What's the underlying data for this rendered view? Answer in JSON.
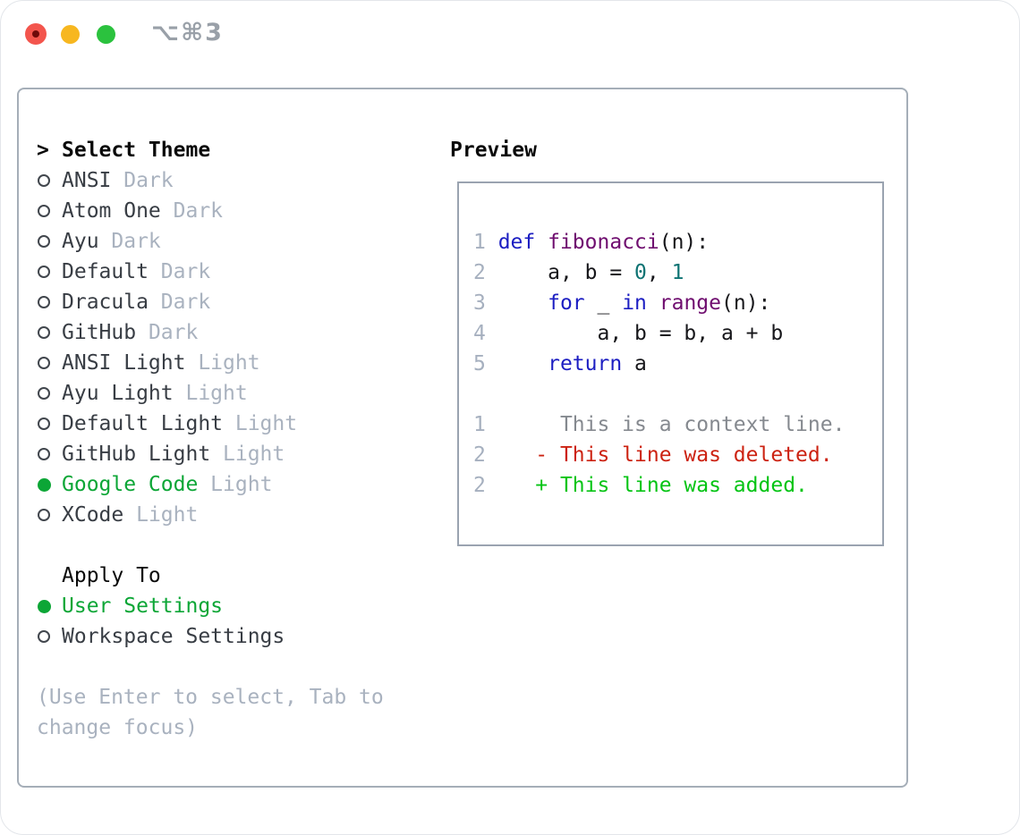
{
  "window": {
    "title": "⌥⌘3",
    "traffic_lights": {
      "close": "red",
      "minimize": "yellow",
      "zoom": "green"
    }
  },
  "theme_panel": {
    "header": {
      "marker": ">",
      "label": "Select Theme"
    },
    "themes": [
      {
        "name": "ANSI",
        "variant": "Dark",
        "selected": false
      },
      {
        "name": "Atom One",
        "variant": "Dark",
        "selected": false
      },
      {
        "name": "Ayu",
        "variant": "Dark",
        "selected": false
      },
      {
        "name": "Default",
        "variant": "Dark",
        "selected": false
      },
      {
        "name": "Dracula",
        "variant": "Dark",
        "selected": false
      },
      {
        "name": "GitHub",
        "variant": "Dark",
        "selected": false
      },
      {
        "name": "ANSI Light",
        "variant": "Light",
        "selected": false
      },
      {
        "name": "Ayu Light",
        "variant": "Light",
        "selected": false
      },
      {
        "name": "Default Light",
        "variant": "Light",
        "selected": false
      },
      {
        "name": "GitHub Light",
        "variant": "Light",
        "selected": false
      },
      {
        "name": "Google Code",
        "variant": "Light",
        "selected": true
      },
      {
        "name": "XCode",
        "variant": "Light",
        "selected": false
      }
    ],
    "apply_to": {
      "label": "Apply To",
      "options": [
        {
          "label": "User Settings",
          "selected": true
        },
        {
          "label": "Workspace Settings",
          "selected": false
        }
      ]
    },
    "help": "(Use Enter to select, Tab to change focus)"
  },
  "preview": {
    "label": "Preview",
    "code_lines": [
      {
        "num": "1",
        "tokens": [
          {
            "c": "kw",
            "t": "def"
          },
          {
            "c": "pl",
            "t": " "
          },
          {
            "c": "fn",
            "t": "fibonacci"
          },
          {
            "c": "pl",
            "t": "(n):"
          }
        ]
      },
      {
        "num": "2",
        "tokens": [
          {
            "c": "pl",
            "t": "    a, b = "
          },
          {
            "c": "num",
            "t": "0"
          },
          {
            "c": "pl",
            "t": ", "
          },
          {
            "c": "num",
            "t": "1"
          }
        ]
      },
      {
        "num": "3",
        "tokens": [
          {
            "c": "pl",
            "t": "    "
          },
          {
            "c": "kw",
            "t": "for"
          },
          {
            "c": "pl",
            "t": " _ "
          },
          {
            "c": "kw",
            "t": "in"
          },
          {
            "c": "pl",
            "t": " "
          },
          {
            "c": "fn",
            "t": "range"
          },
          {
            "c": "pl",
            "t": "(n):"
          }
        ]
      },
      {
        "num": "4",
        "tokens": [
          {
            "c": "pl",
            "t": "        a, b = b, a + b"
          }
        ]
      },
      {
        "num": "5",
        "tokens": [
          {
            "c": "pl",
            "t": "    "
          },
          {
            "c": "kw",
            "t": "return"
          },
          {
            "c": "pl",
            "t": " a"
          }
        ]
      }
    ],
    "diff_lines": [
      {
        "num": "1",
        "sign": " ",
        "text": "This is a context line.",
        "kind": "context"
      },
      {
        "num": "2",
        "sign": "-",
        "text": "This line was deleted.",
        "kind": "deleted"
      },
      {
        "num": "2",
        "sign": "+",
        "text": "This line was added.",
        "kind": "added"
      }
    ]
  },
  "colors": {
    "selected_green": "#0ca636",
    "diff_added": "#04c414",
    "diff_deleted": "#cc2211",
    "diff_context": "#85898f",
    "syntax_keyword": "#1c1ec2",
    "syntax_function": "#6f0d6f",
    "syntax_number": "#0e7373",
    "line_number": "#a6b0bf",
    "muted_text": "#a9b2bf",
    "border": "#a5aeb8",
    "traffic_red": "#f3554d",
    "traffic_yellow": "#f7b720",
    "traffic_green": "#2bc23e"
  }
}
